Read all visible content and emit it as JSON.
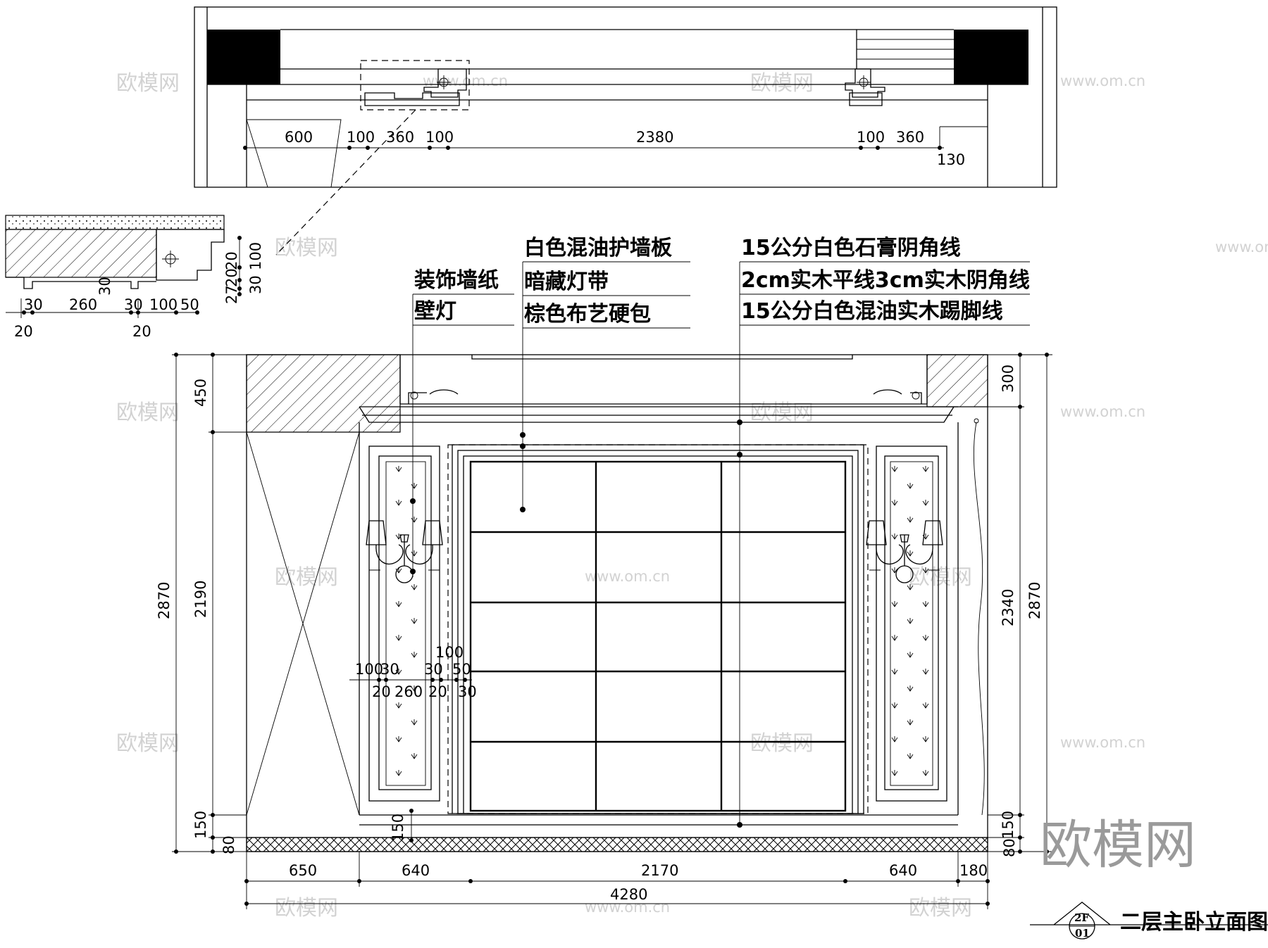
{
  "drawing": {
    "title": "二层主卧立面图",
    "sheet_tag": {
      "top": "2F",
      "bottom": "01"
    },
    "logo": "欧模网"
  },
  "plan_dims": [
    "600",
    "100",
    "360",
    "100",
    "2380",
    "100",
    "360",
    "130"
  ],
  "detail_dims": {
    "right": [
      "100",
      "30",
      "20",
      "20",
      "27"
    ],
    "bottom_top": [
      "30",
      "260",
      "30",
      "100",
      "50"
    ],
    "bottom_low": [
      "20",
      "20"
    ]
  },
  "notes": {
    "left": [
      "装饰墙纸",
      "壁灯"
    ],
    "middle": [
      "白色混油护墙板",
      "暗藏灯带",
      "棕色布艺硬包"
    ],
    "right": [
      "15公分白色石膏阴角线",
      "2cm实木平线3cm实木阴角线",
      "15公分白色混油实木踢脚线"
    ]
  },
  "elevation_dims": {
    "left_outer": "2870",
    "left_inner": [
      "450",
      "2190",
      "150",
      "80"
    ],
    "right_outer": "2870",
    "right_inner": [
      "300",
      "2340",
      "150",
      "80"
    ],
    "bottom_row": [
      "650",
      "640",
      "2170",
      "640",
      "180"
    ],
    "bottom_total": "4280",
    "panel_top": [
      "100",
      "30",
      "30",
      "100",
      "50"
    ],
    "panel_bottom": [
      "20",
      "260",
      "20",
      "30"
    ],
    "skirting": "150"
  },
  "watermarks": {
    "cn": "欧模网",
    "url": "www.om.cn"
  }
}
